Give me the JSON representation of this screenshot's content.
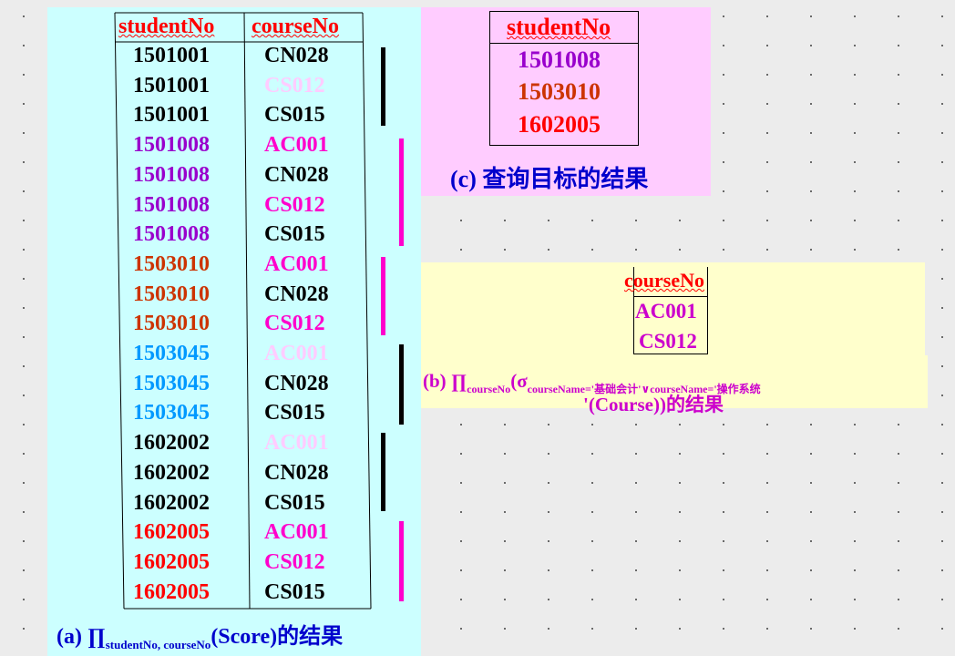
{
  "colors": {
    "purple": "#9900cc",
    "brown": "#cc3300",
    "blue": "#0099ff",
    "red": "#ff0000",
    "magenta": "#ff00cc",
    "black": "#000000",
    "faded": "#ffccff",
    "caption_blue": "#0000cc"
  },
  "table_a": {
    "headers": {
      "student": "studentNo",
      "course": "courseNo"
    },
    "rows": [
      {
        "sno": "1501001",
        "cno": "CN028",
        "sno_color": "#000000",
        "cno_color": "#000000"
      },
      {
        "sno": "1501001",
        "cno": "CS012",
        "sno_color": "#000000",
        "cno_color": "#ffccff"
      },
      {
        "sno": "1501001",
        "cno": "CS015",
        "sno_color": "#000000",
        "cno_color": "#000000"
      },
      {
        "sno": "1501008",
        "cno": "AC001",
        "sno_color": "#9900cc",
        "cno_color": "#ff00cc"
      },
      {
        "sno": "1501008",
        "cno": "CN028",
        "sno_color": "#9900cc",
        "cno_color": "#000000"
      },
      {
        "sno": "1501008",
        "cno": "CS012",
        "sno_color": "#9900cc",
        "cno_color": "#ff00cc"
      },
      {
        "sno": "1501008",
        "cno": "CS015",
        "sno_color": "#9900cc",
        "cno_color": "#000000"
      },
      {
        "sno": "1503010",
        "cno": "AC001",
        "sno_color": "#cc3300",
        "cno_color": "#ff00cc"
      },
      {
        "sno": "1503010",
        "cno": "CN028",
        "sno_color": "#cc3300",
        "cno_color": "#000000"
      },
      {
        "sno": "1503010",
        "cno": "CS012",
        "sno_color": "#cc3300",
        "cno_color": "#ff00cc"
      },
      {
        "sno": "1503045",
        "cno": "AC001",
        "sno_color": "#0099ff",
        "cno_color": "#ffccff"
      },
      {
        "sno": "1503045",
        "cno": "CN028",
        "sno_color": "#0099ff",
        "cno_color": "#000000"
      },
      {
        "sno": "1503045",
        "cno": "CS015",
        "sno_color": "#0099ff",
        "cno_color": "#000000"
      },
      {
        "sno": "1602002",
        "cno": "AC001",
        "sno_color": "#000000",
        "cno_color": "#ffccff"
      },
      {
        "sno": "1602002",
        "cno": "CN028",
        "sno_color": "#000000",
        "cno_color": "#000000"
      },
      {
        "sno": "1602002",
        "cno": "CS015",
        "sno_color": "#000000",
        "cno_color": "#000000"
      },
      {
        "sno": "1602005",
        "cno": "AC001",
        "sno_color": "#ff0000",
        "cno_color": "#ff00cc"
      },
      {
        "sno": "1602005",
        "cno": "CS012",
        "sno_color": "#ff0000",
        "cno_color": "#ff00cc"
      },
      {
        "sno": "1602005",
        "cno": "CS015",
        "sno_color": "#ff0000",
        "cno_color": "#000000"
      }
    ],
    "group_bar_colors": [
      "#000000",
      "#ff00cc",
      "#ff00cc",
      "#000000",
      "#000000",
      "#ff00cc"
    ],
    "caption": {
      "prefix": "(a) ∏",
      "sub": "studentNo, courseNo",
      "suffix": "(Score)的结果"
    }
  },
  "table_c": {
    "header": "studentNo",
    "values": [
      {
        "text": "1501008",
        "color": "#9900cc"
      },
      {
        "text": "1503010",
        "color": "#cc3300"
      },
      {
        "text": "1602005",
        "color": "#ff0000"
      }
    ],
    "caption": "(c) 查询目标的结果"
  },
  "table_b": {
    "header": "courseNo",
    "values": [
      "AC001",
      "CS012"
    ],
    "caption": {
      "prefix": "(b) ∏",
      "sub1": "courseNo",
      "mid": "(σ",
      "sub2": "courseName='基础会计'∨courseName='操作系统",
      "line2": "'(Course))的结果"
    }
  }
}
